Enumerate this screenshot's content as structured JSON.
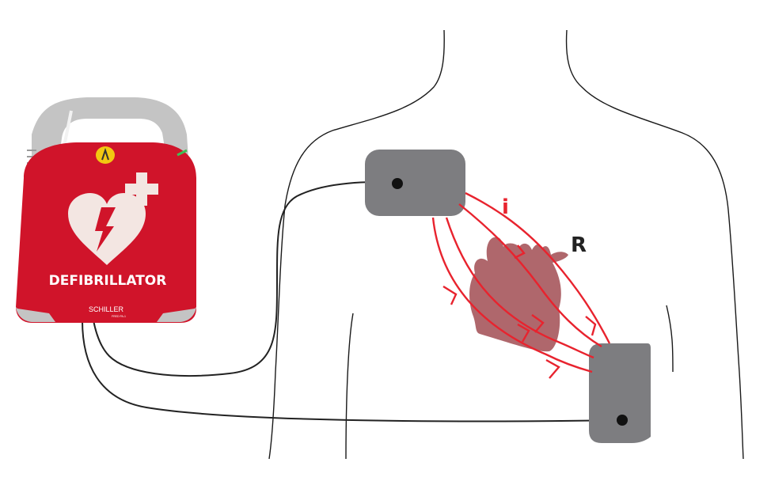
{
  "device": {
    "label": "DEFIBRILLATOR",
    "brand": "SCHILLER",
    "brand_sub": "FRED PA-1",
    "colors": {
      "body": "#d0142a",
      "handle": "#c4c4c4",
      "button": "#f2c811",
      "heart": "#f3e6e2"
    }
  },
  "labels": {
    "current": "i",
    "resistance": "R"
  },
  "colors": {
    "current_path": "#e8232e",
    "pad": "#7d7d80",
    "heart": "#a85a60",
    "cable": "#222222",
    "outline": "#1a1a1a"
  }
}
